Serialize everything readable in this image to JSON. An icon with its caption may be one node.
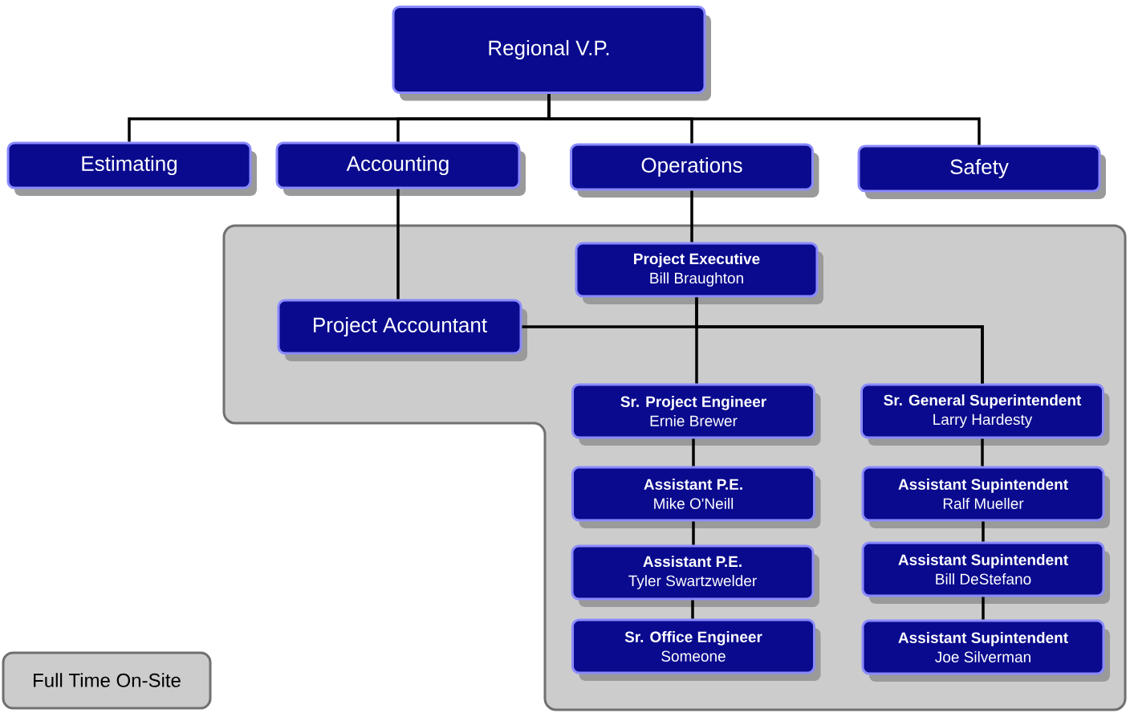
{
  "diagram": {
    "nodes": [
      {
        "text": [
          "Regional V.P."
        ]
      },
      {
        "text": [
          "Estimating"
        ]
      },
      {
        "text": [
          "Accounting"
        ]
      },
      {
        "text": [
          "Operations"
        ]
      },
      {
        "text": [
          "Safety"
        ]
      },
      {
        "text": [
          "Project Executive",
          "Bill Braughton"
        ]
      },
      {
        "text": [
          "Project Accountant"
        ]
      },
      {
        "text": [
          "Sr. Project Engineer",
          "Ernie Brewer"
        ]
      },
      {
        "text": [
          "Sr. General Superintendent",
          "Larry Hardesty"
        ]
      },
      {
        "text": [
          "Assistant P.E.",
          "Mike O'Neill"
        ]
      },
      {
        "text": [
          "Assistant Supintendent",
          "Ralf Mueller"
        ]
      },
      {
        "text": [
          "Assistant P.E.",
          "Tyler Swartzwelder"
        ]
      },
      {
        "text": [
          "Assistant Supintendent",
          "Bill DeStefano"
        ]
      },
      {
        "text": [
          "Sr. Office Engineer",
          "Someone"
        ]
      },
      {
        "text": [
          "Assistant Supintendent",
          "Joe Silverman"
        ]
      }
    ],
    "edges": [
      {
        "from": 0,
        "to": 1,
        "arrow": "none"
      },
      {
        "from": 0,
        "to": 2,
        "arrow": "none"
      },
      {
        "from": 0,
        "to": 3,
        "arrow": "none"
      },
      {
        "from": 0,
        "to": 4,
        "arrow": "none"
      },
      {
        "from": 2,
        "to": 6,
        "arrow": "none"
      },
      {
        "from": 3,
        "to": 5,
        "arrow": "none"
      },
      {
        "from": 5,
        "to": 7,
        "arrow": "none"
      },
      {
        "from": 5,
        "to": 8,
        "arrow": "none"
      },
      {
        "from": 6,
        "to": 8,
        "arrow": "none"
      },
      {
        "from": 7,
        "to": 9,
        "arrow": "none"
      },
      {
        "from": 9,
        "to": 11,
        "arrow": "none"
      },
      {
        "from": 11,
        "to": 13,
        "arrow": "none"
      },
      {
        "from": 8,
        "to": 10,
        "arrow": "none"
      },
      {
        "from": 10,
        "to": 12,
        "arrow": "none"
      },
      {
        "from": 12,
        "to": 14,
        "arrow": "none"
      }
    ],
    "legend": [
      {
        "text": "Full Time On-Site",
        "color": "#cccccc"
      }
    ]
  }
}
